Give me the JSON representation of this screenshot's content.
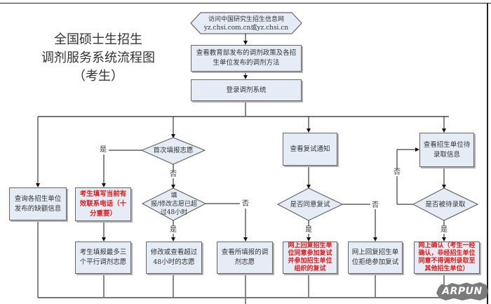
{
  "title": {
    "line1": "全国硕士生招生",
    "line2": "调剂服务系统流程图",
    "line3": "（考生）"
  },
  "nodes": {
    "start": {
      "line1": "访问中国研究生招生信息网",
      "line2": "yz.chsi.com.cn或yz.chsi.cn"
    },
    "policy": "查看教育部发布的调剂政策及各招生单位发布的调剂方法",
    "login": "登录调剂系统",
    "vacancy": "查询各招生单位发布的缺额信息",
    "first_time": "首次填报志愿",
    "phone": "考生填写当前有效联系电话（十分重要）",
    "over48": {
      "line1": "填",
      "line2": "报/修改志愿已超",
      "line3": "过48小时"
    },
    "fill_three": "考生填报最多三个平行调剂志愿",
    "modify": "修改或查看超过48小时的志愿",
    "view_filled": "查看所填报的调剂志愿",
    "retest_notice": "查看复试通知",
    "agree_retest": "是否同意复试",
    "accept_retest": "网上回复招生单位同意参加复试并参加招生单位组织的复试",
    "reject_retest": "网上回复招生单位拒绝参加复试",
    "pending_info": "查看招生单位待录取信息",
    "is_pending": "是否被待录取",
    "confirm": "网上确认（考生一经确认，非经招生单位同意不得调剂录取至其他招生单位）"
  },
  "labels": {
    "yes": "是",
    "no": "否"
  },
  "colors": {
    "box_fill": "#e6ecf6",
    "box_border": "#666666",
    "highlight_text": "#e01818",
    "line": "#222222"
  },
  "watermark": "ARPUN"
}
